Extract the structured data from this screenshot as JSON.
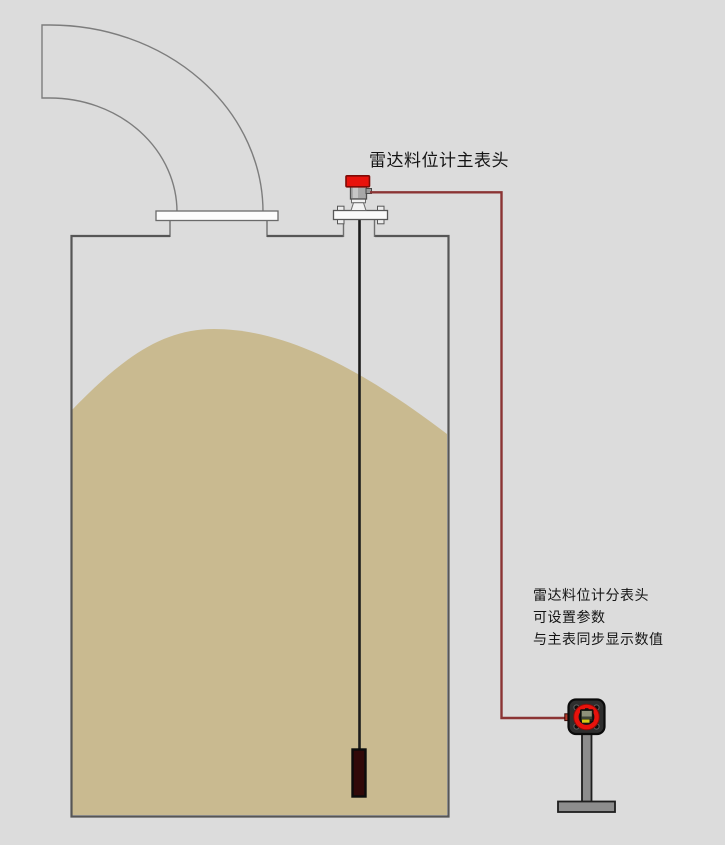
{
  "labels": {
    "main_gauge": "雷达料位计主表头",
    "remote_gauge_line1": "雷达料位计分表头",
    "remote_gauge_line2": "可设置参数",
    "remote_gauge_line3": "与主表同步显示数值"
  },
  "colors": {
    "background": "#dcdcdc",
    "material": "#c9ba90",
    "signal_wire": "#8b3434",
    "sensor_cap_red": "#e8120c",
    "display_ring_red": "#e8120c",
    "probe_weight": "#310909",
    "screen_green": "#8e9179",
    "screen_yellow": "#d6c914"
  }
}
